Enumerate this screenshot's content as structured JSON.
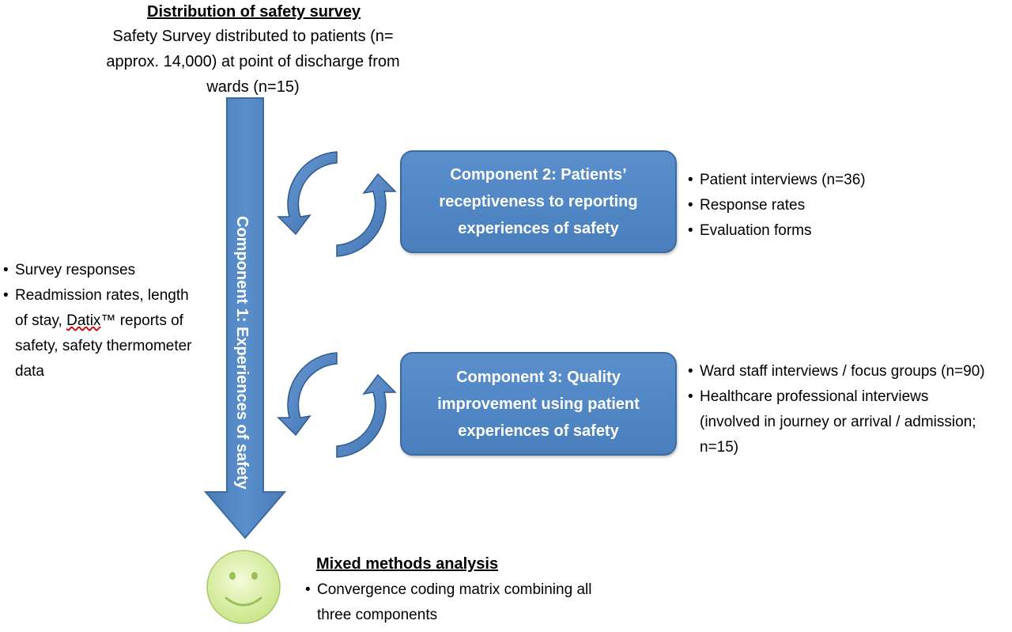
{
  "survey": {
    "heading": "Distribution of safety survey",
    "lines": [
      "Safety Survey distributed to patients (n=",
      "approx. 14,000) at point of discharge from",
      "wards (n=15)"
    ]
  },
  "component1": {
    "label": "Component 1: Experiences of safety",
    "outputs": [
      "Survey responses",
      "Readmission rates, length\nof stay, Datix™ reports of\nsafety, safety thermometer\ndata"
    ]
  },
  "component2": {
    "lines": [
      "Component 2: Patients’",
      "receptiveness to reporting",
      "experiences of safety"
    ],
    "outputs": [
      "Patient interviews (n=36)",
      "Response rates",
      "Evaluation forms"
    ]
  },
  "component3": {
    "lines": [
      "Component 3: Quality",
      "improvement using patient",
      "experiences of safety"
    ],
    "outputs": [
      "Ward staff interviews / focus groups (n=90)",
      "Healthcare professional interviews\n(involved in journey or arrival / admission;\nn=15)"
    ]
  },
  "analysis": {
    "heading": "Mixed methods analysis",
    "items": [
      "Convergence coding matrix combining all\nthree components"
    ]
  },
  "colors": {
    "box_fill": "#4f81bd",
    "arrow_fill": "#4f81bd",
    "smiley_fill": "#d9f0a3"
  },
  "icons": {
    "cycle": "circular-arrows-icon",
    "smiley": "smiley-face-icon",
    "down_arrow": "down-arrow-icon"
  }
}
